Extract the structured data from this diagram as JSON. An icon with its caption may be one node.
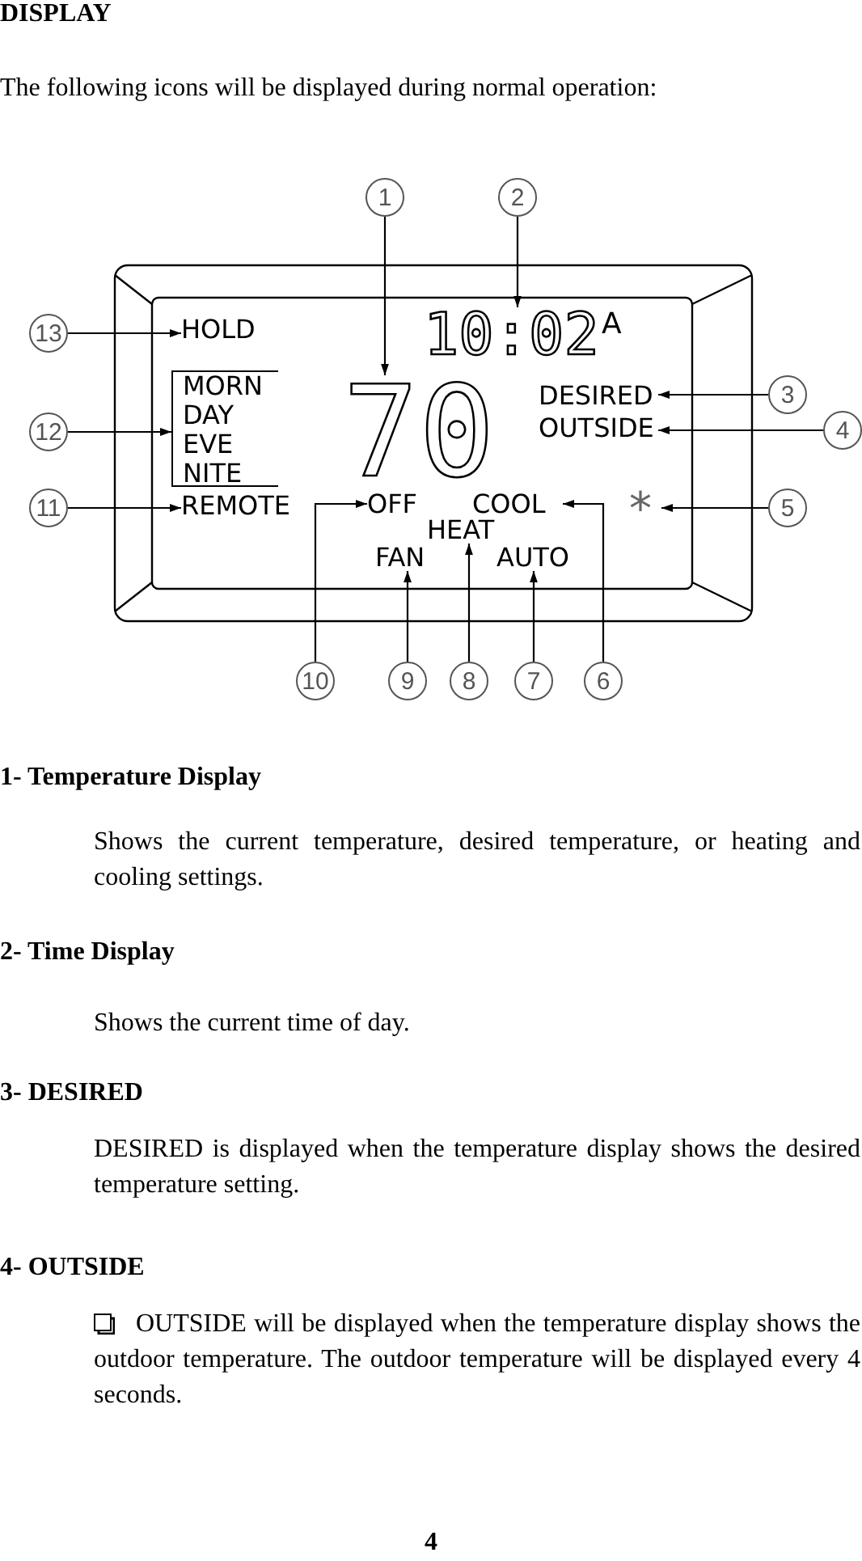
{
  "diagram": {
    "title": "DISPLAY",
    "nodes": [
      {
        "text": [
          "1"
        ]
      },
      {
        "text": [
          "2"
        ]
      },
      {
        "text": [
          "3"
        ]
      },
      {
        "text": [
          "4"
        ]
      },
      {
        "text": [
          "5"
        ]
      },
      {
        "text": [
          "6"
        ]
      },
      {
        "text": [
          "7"
        ]
      },
      {
        "text": [
          "8"
        ]
      },
      {
        "text": [
          "9"
        ]
      },
      {
        "text": [
          "10"
        ]
      },
      {
        "text": [
          "11"
        ]
      },
      {
        "text": [
          "12"
        ]
      },
      {
        "text": [
          "13"
        ]
      },
      {
        "text": [
          "70"
        ]
      },
      {
        "text": [
          "10:02"
        ]
      },
      {
        "text": [
          "DESIRED"
        ]
      },
      {
        "text": [
          "OUTSIDE"
        ]
      },
      {
        "text": [
          "*"
        ]
      },
      {
        "text": [
          "COOL"
        ]
      },
      {
        "text": [
          "AUTO"
        ]
      },
      {
        "text": [
          "HEAT"
        ]
      },
      {
        "text": [
          "FAN"
        ]
      },
      {
        "text": [
          "OFF"
        ]
      },
      {
        "text": [
          "REMOTE"
        ]
      },
      {
        "text": [
          "MORN",
          "DAY",
          "EVE",
          "NITE"
        ]
      },
      {
        "text": [
          "HOLD"
        ]
      }
    ],
    "edges": [
      {
        "from": 0,
        "to": 13,
        "arrow": "to"
      },
      {
        "from": 1,
        "to": 14,
        "arrow": "to"
      },
      {
        "from": 2,
        "to": 15,
        "arrow": "to"
      },
      {
        "from": 3,
        "to": 16,
        "arrow": "to"
      },
      {
        "from": 4,
        "to": 17,
        "arrow": "to"
      },
      {
        "from": 5,
        "to": 18,
        "arrow": "to"
      },
      {
        "from": 6,
        "to": 19,
        "arrow": "to"
      },
      {
        "from": 7,
        "to": 20,
        "arrow": "to"
      },
      {
        "from": 8,
        "to": 21,
        "arrow": "to"
      },
      {
        "from": 9,
        "to": 22,
        "arrow": "to"
      },
      {
        "from": 10,
        "to": 23,
        "arrow": "to"
      },
      {
        "from": 11,
        "to": 24,
        "arrow": "to"
      },
      {
        "from": 12,
        "to": 25,
        "arrow": "to"
      }
    ],
    "labels": [
      "The following icons will be displayed during normal operation:",
      "A",
      "1- Temperature Display",
      "Shows the current temperature, desired temperature, or heating and cooling settings.",
      "2- Time Display",
      "Shows the current time of day.",
      "3- DESIRED",
      "DESIRED is displayed when the temperature display shows the desired temperature setting.",
      "4- OUTSIDE",
      "OUTSIDE will be displayed when the temperature display shows the outdoor temperature.  The outdoor temperature will be displayed every 4 seconds.",
      "4"
    ]
  }
}
